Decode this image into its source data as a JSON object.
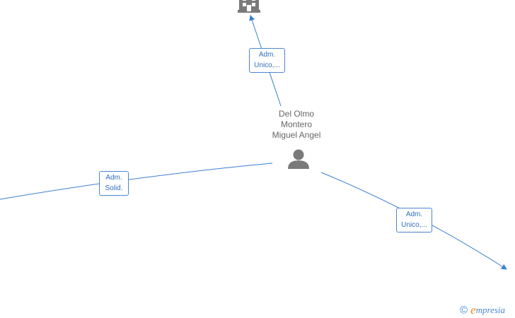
{
  "person": {
    "name_lines": [
      "Del Olmo",
      "Montero",
      "Miguel Angel"
    ],
    "icon": "person-icon"
  },
  "company_icon": "building-icon",
  "edges": [
    {
      "lines": [
        "Adm.",
        "Unico,..."
      ]
    },
    {
      "lines": [
        "Adm.",
        "Solid."
      ]
    },
    {
      "lines": [
        "Adm.",
        "Unico,..."
      ]
    }
  ],
  "brand": {
    "copyright": "©",
    "first": "e",
    "rest": "mpresia"
  },
  "colors": {
    "edge": "#3a7fd0",
    "label_text": "#2f6fc0",
    "node_icon": "#7a7a7a",
    "name_text": "#666666",
    "brand_orange": "#f28c1e"
  }
}
